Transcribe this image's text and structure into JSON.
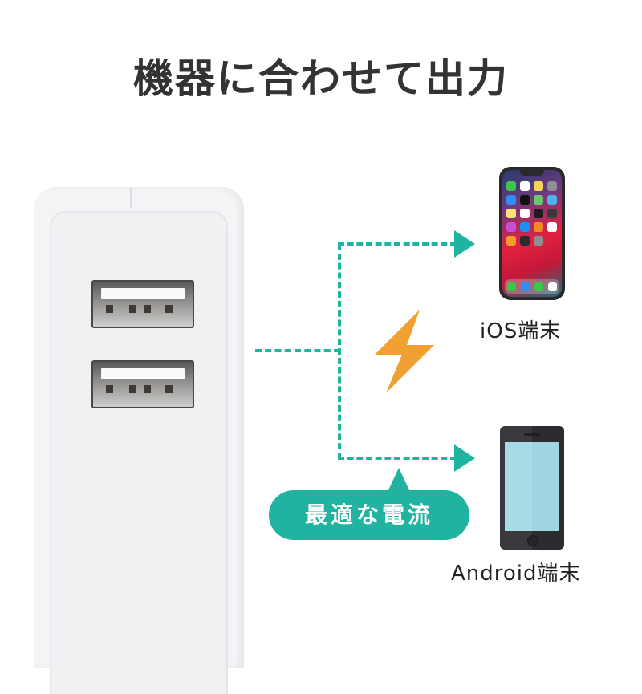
{
  "title": "機器に合わせて出力",
  "charger": {
    "ports": [
      {
        "name": "USB-A port 1"
      },
      {
        "name": "USB-A port 2"
      }
    ]
  },
  "devices": [
    {
      "label": "iOS端末",
      "type": "iphone"
    },
    {
      "label": "Android端末",
      "type": "android-phone"
    }
  ],
  "callout": {
    "text": "最適な電流"
  },
  "colors": {
    "accent": "#1fb3a0",
    "bolt": "#f0a030",
    "title_text": "#333333",
    "device_text": "#222222"
  },
  "icons": [
    "lightning-bolt-icon",
    "arrow-right-icon",
    "iphone-icon",
    "android-phone-icon",
    "usb-port-icon"
  ]
}
